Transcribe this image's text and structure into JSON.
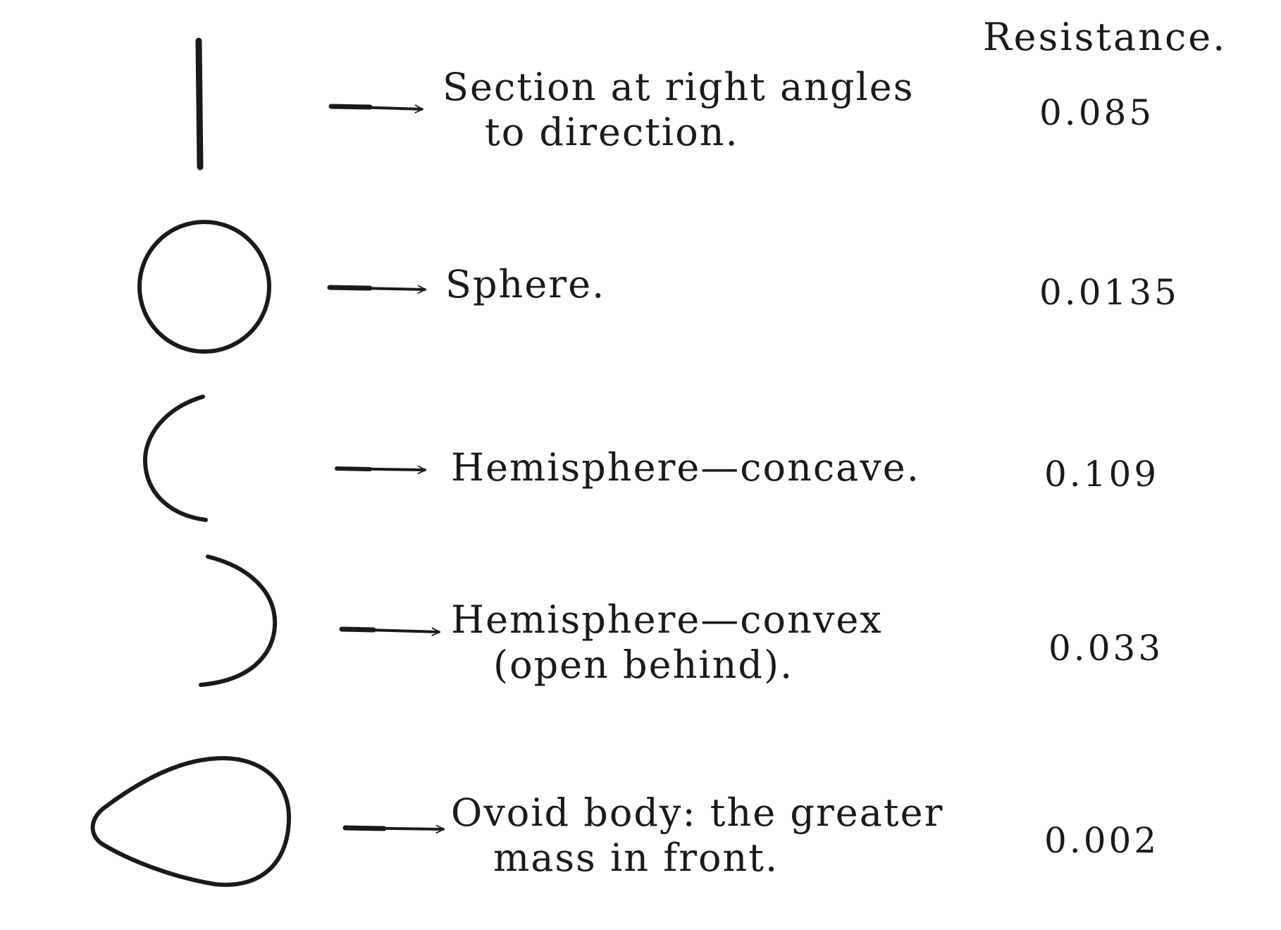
{
  "header": {
    "resistance_label": "Resistance."
  },
  "rows": [
    {
      "shape": "flat-plate",
      "label_lines": [
        "Section at right angles",
        "to direction."
      ],
      "resistance": "0.085"
    },
    {
      "shape": "sphere",
      "label_lines": [
        "Sphere."
      ],
      "resistance": "0.0135"
    },
    {
      "shape": "hemisphere-concave",
      "label_lines": [
        "Hemisphere—concave."
      ],
      "resistance": "0.109"
    },
    {
      "shape": "hemisphere-convex",
      "label_lines": [
        "Hemisphere—convex",
        "(open behind)."
      ],
      "resistance": "0.033"
    },
    {
      "shape": "ovoid",
      "label_lines": [
        "Ovoid body: the greater",
        "mass in front."
      ],
      "resistance": "0.002"
    }
  ]
}
